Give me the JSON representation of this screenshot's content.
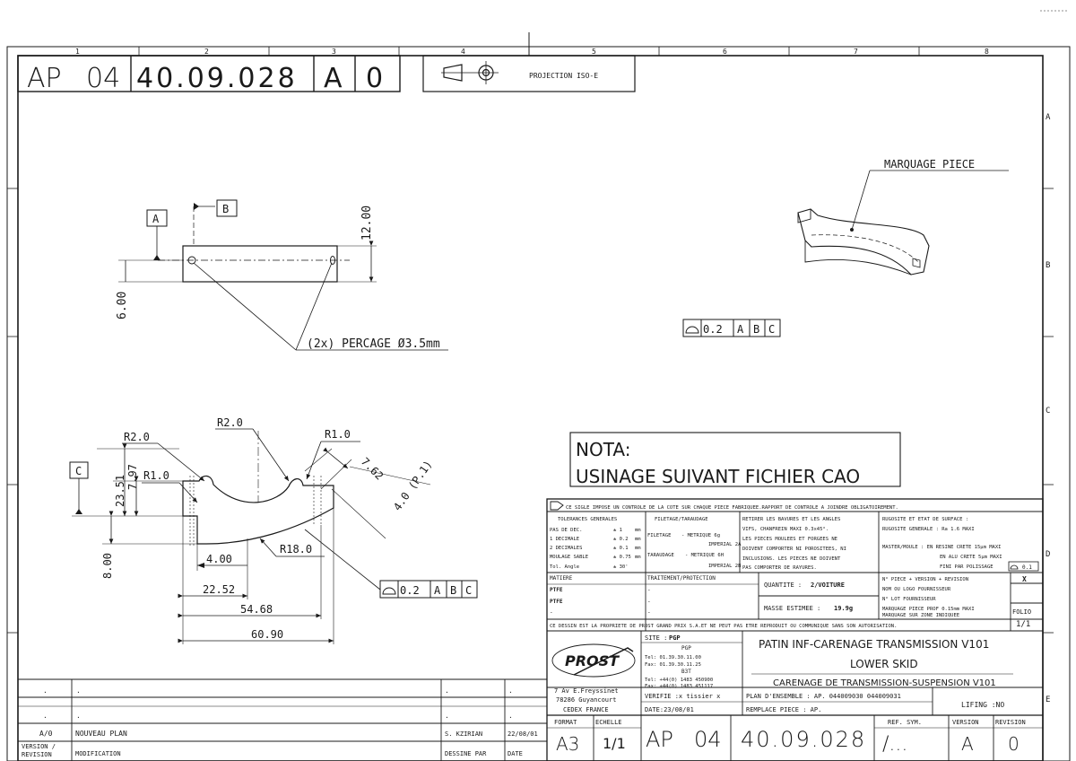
{
  "doc": {
    "ref_prefix": "AP",
    "ref_group": "04",
    "ref_number": "40.09.028",
    "ref_suffix": "A",
    "ref_index": "0",
    "projection": "PROJECTION ISO-E",
    "grid_cols": [
      "1",
      "2",
      "3",
      "4",
      "5",
      "6",
      "7",
      "8"
    ],
    "grid_rows": [
      "A",
      "B",
      "C",
      "D",
      "E"
    ]
  },
  "drawing": {
    "datum_a": "A",
    "datum_b": "B",
    "datum_c": "C",
    "dim_12": "12.00",
    "dim_6": "6.00",
    "drill_note": "(2x) PERCAGE Ø3.5mm",
    "marquage": "MARQUAGE PIECE",
    "tol_iso": "0.2",
    "tol_a": "A",
    "tol_b": "B",
    "tol_c": "C",
    "r20a": "R2.0",
    "r20b": "R2.0",
    "r10a": "R1.0",
    "r10b": "R1.0",
    "r180": "R18.0",
    "d2351": "23.51",
    "d797": "7.97",
    "d762": "7.62",
    "d40p": "4.0 (P.1)",
    "d800": "8.00",
    "d400": "4.00",
    "d2252": "22.52",
    "d5468": "54.68",
    "d6090": "60.90",
    "tol_prof": "0.2"
  },
  "nota": {
    "title": "NOTA:",
    "text": "USINAGE SUIVANT FICHIER CAO"
  },
  "block": {
    "notice": "CE SIGLE IMPOSE UN CONTROLE DE LA COTE SUR CHAQUE PIECE FABRIQUEE.RAPPORT DE CONTROLE A JOINDRE OBLIGATOIREMENT.",
    "tol_head": "TOLERANCES GENERALES",
    "tol_rows": [
      [
        "PAS DE DEC.",
        "± 1",
        "mm"
      ],
      [
        "1 DECIMALE",
        "± 0.2",
        "mm"
      ],
      [
        "2 DECIMALES",
        "± 0.1",
        "mm"
      ],
      [
        "MOULAGE SABLE",
        "± 0.75",
        "mm"
      ],
      [
        "Tol. Angle",
        "± 30'",
        ""
      ]
    ],
    "fil_head": "FILETAGE/TARAUDAGE",
    "fil_rows": [
      [
        "FILETAGE",
        "- METRIQUE 6g"
      ],
      [
        "",
        "IMPERIAL 2A"
      ],
      [
        "TARAUDAGE",
        "- METRIQUE 6H"
      ],
      [
        "",
        "IMPERIAL 2B"
      ]
    ],
    "retirer": [
      "RETIRER LES BAVURES ET LES ANGLES",
      "VIFS, CHANFREIN MAXI 0.3x45°.",
      "LES PIECES MOULEES ET FORGEES NE",
      "DOIVENT COMPORTER NI POROSITEES, NI",
      "INCLUSIONS. LES PIECES NE DOIVENT",
      "PAS COMPORTER DE RAYURES."
    ],
    "rugo": [
      "RUGOSITE ET ETAT DE SURFACE :",
      "RUGOSITE GENERALE : Ra 1.6 MAXI",
      "",
      "MASTER/MOULE : EN RESINE CRETE 15µm MAXI",
      "EN ALU CRETE 5µm MAXI",
      "FINI PAR POLISSAGE"
    ],
    "rugo_sym": "0.1",
    "matiere_head": "MATIERE",
    "matiere": [
      "PTFE",
      "PTFE",
      "-"
    ],
    "traitement_head": "TRAITEMENT/PROTECTION",
    "traitement": [
      "-",
      "-",
      "-"
    ],
    "quantite_label": "QUANTITE :",
    "quantite": "2/VOITURE",
    "masse_label": "MASSE ESTIMEE :",
    "masse": "19.9g",
    "piece_lines": [
      "N° PIECE + VERSION + REVISION",
      "NOM OU LOGO FOURNISSEUR",
      "N° LOT FOURNISSEUR",
      "MARQUAGE PIECE PROF 0.15mm MAXI",
      "MARQUAGE SUR ZONE INDIQUEE"
    ],
    "piece_x": "X",
    "folio_label": "FOLIO",
    "folio": "1/1",
    "propriete": "CE DESSIN EST LA PROPRIETE DE PROST GRAND PRIX S.A.ET NE PEUT PAS ETRE REPRODUIT OU COMMUNIQUE SANS SON AUTORISATION.",
    "logo": "PROST",
    "site_label": "SITE :",
    "site": "PGP",
    "site_lines": [
      "PGP",
      "Tel: 01.39.30.11.00",
      "Fax: 01.39.30.11.25",
      "B3T",
      "Tel: +44(0) 1483 450900",
      "Fax: +44(0) 1483 451117"
    ],
    "address": [
      "7 Av E.Freyssinet",
      "78286 Guyancourt",
      "CEDEX FRANCE"
    ],
    "verifie": "VERIFIE :x tissier x",
    "date": "DATE:23/08/01",
    "title1": "PATIN INF-CARENAGE TRANSMISSION V101",
    "title2": "LOWER SKID",
    "title3": "CARENAGE DE TRANSMISSION-SUSPENSION V101",
    "plan_ens": "PLAN D'ENSEMBLE : AP. 044009030 044009031",
    "remplace": "REMPLACE PIECE : AP.",
    "lifing": "LIFING :NO",
    "format_label": "FORMAT",
    "format": "A3",
    "echelle_label": "ECHELLE",
    "echelle": "1/1",
    "ref_sym_label": "REF. SYM.",
    "ref_sym": "/...",
    "version_label": "VERSION",
    "revision_label": "REVISION",
    "version": "A",
    "revision": "0"
  },
  "revisions": {
    "dot": ".",
    "row_version": "A/0",
    "row_modif": "NOUVEAU PLAN",
    "row_dessine": "S. KZIRIAN",
    "row_date": "22/08/01",
    "head_version": [
      "VERSION /",
      "REVISION"
    ],
    "head_modif": "MODIFICATION",
    "head_dessine": "DESSINE PAR",
    "head_date": "DATE"
  }
}
